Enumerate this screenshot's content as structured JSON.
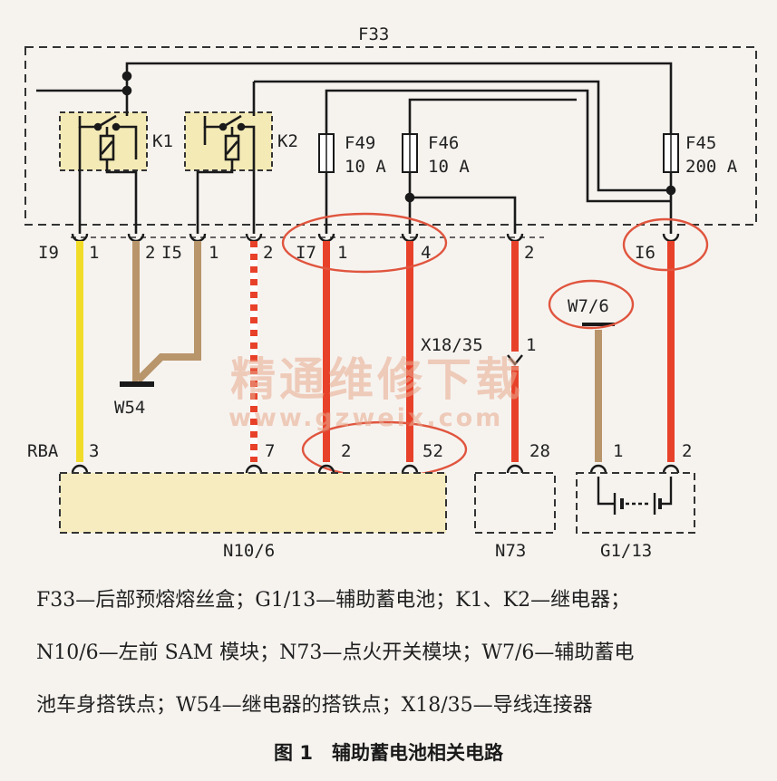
{
  "labels": {
    "fusebox": "F33",
    "relay1": "K1",
    "relay2": "K2",
    "fuse49_name": "F49",
    "fuse49_rating": "10 A",
    "fuse46_name": "F46",
    "fuse46_rating": "10 A",
    "fuse45_name": "F45",
    "fuse45_rating": "200 A",
    "conn_i9": "I9",
    "conn_i5": "I5",
    "conn_i7": "I7",
    "conn_i6": "I6",
    "connector_x18": "X18/35",
    "ground_w54": "W54",
    "ground_w7": "W7/6",
    "module_rba": "RBA",
    "module_n10": "N10/6",
    "module_n73": "N73",
    "module_g1": "G1/13"
  },
  "pins": {
    "i9_1": "1",
    "w54_2": "2",
    "i5_1": "1",
    "k2_2": "2",
    "i7_1": "1",
    "i7_4": "4",
    "n73_2": "2",
    "x18_1": "1",
    "rba_3": "3",
    "n10_7": "7",
    "n10_2": "2",
    "n10_52": "52",
    "n73_28": "28",
    "g1_1": "1",
    "g1_2": "2"
  },
  "watermark": {
    "cn": "精通维修下载",
    "url": "www.gzweix.com"
  },
  "caption": {
    "line1": "F33—后部预熔熔丝盒；G1/13—辅助蓄电池；K1、K2—继电器；",
    "line2": "N10/6—左前 SAM 模块；N73—点火开关模块；W7/6—辅助蓄电",
    "line3": "池车身搭铁点；W54—继电器的搭铁点；X18/35—导线连接器",
    "title": "图 1　辅助蓄电池相关电路"
  },
  "colors": {
    "wire_red": "#e8412a",
    "wire_yellow": "#f2dc2a",
    "wire_brown": "#b8956a",
    "highlight_circle": "#e0553e",
    "relay_fill": "#f4eab6",
    "module_fill": "#f6ecc0"
  }
}
